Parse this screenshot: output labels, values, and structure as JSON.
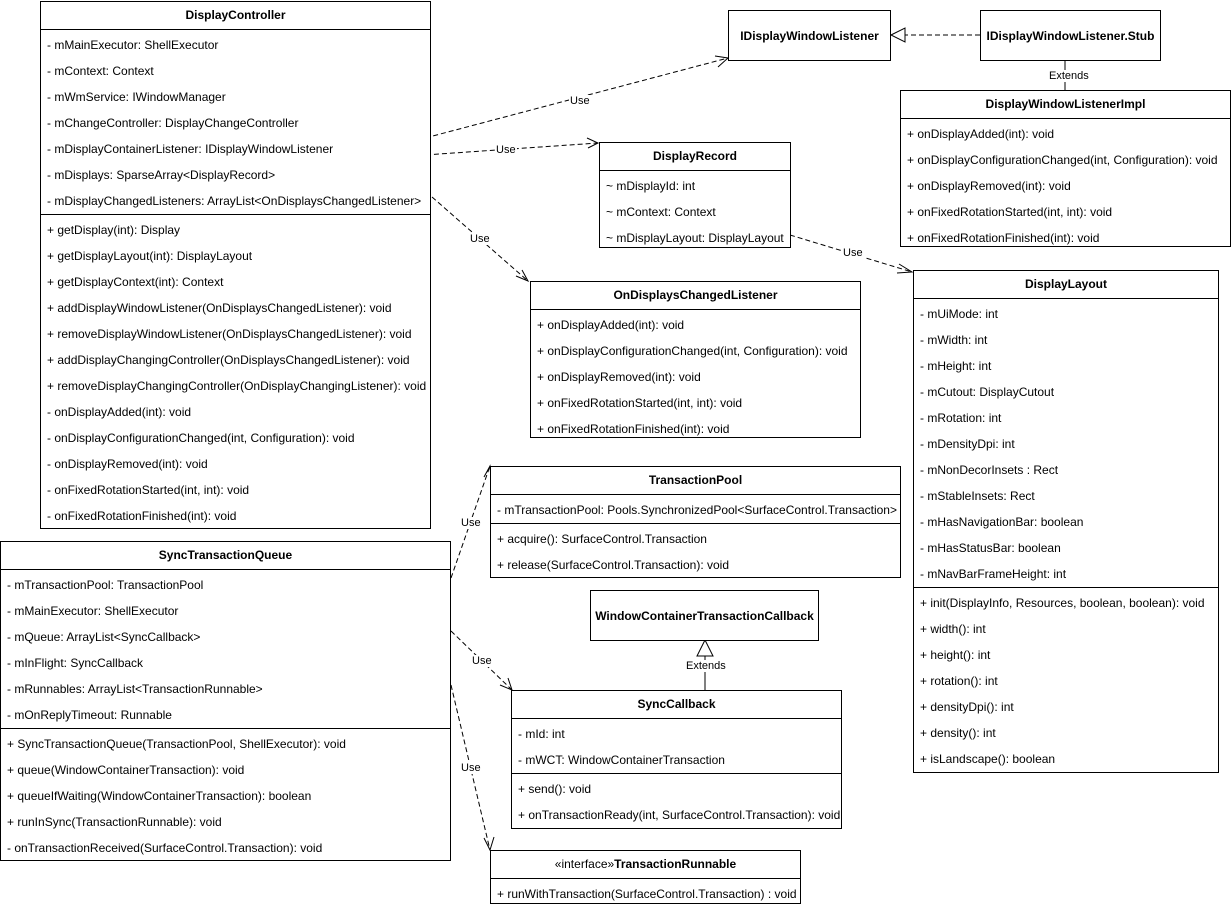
{
  "classes": {
    "display_controller": {
      "name": "DisplayController",
      "fields": [
        "- mMainExecutor: ShellExecutor",
        "- mContext: Context",
        "- mWmService: IWindowManager",
        "- mChangeController: DisplayChangeController",
        "- mDisplayContainerListener: IDisplayWindowListener",
        "- mDisplays: SparseArray<DisplayRecord>",
        "- mDisplayChangedListeners: ArrayList<OnDisplaysChangedListener>"
      ],
      "methods": [
        "+ getDisplay(int): Display",
        "+ getDisplayLayout(int): DisplayLayout",
        "+ getDisplayContext(int): Context",
        "+ addDisplayWindowListener(OnDisplaysChangedListener): void",
        "+ removeDisplayWindowListener(OnDisplaysChangedListener): void",
        "+ addDisplayChangingController(OnDisplaysChangedListener): void",
        "+ removeDisplayChangingController(OnDisplayChangingListener): void",
        "- onDisplayAdded(int): void",
        "- onDisplayConfigurationChanged(int, Configuration): void",
        "- onDisplayRemoved(int): void",
        "- onFixedRotationStarted(int, int): void",
        "- onFixedRotationFinished(int): void"
      ]
    },
    "idisplay_window_listener": {
      "name": "IDisplayWindowListener"
    },
    "idisplay_window_listener_stub": {
      "name": "IDisplayWindowListener.Stub"
    },
    "display_window_listener_impl": {
      "name": "DisplayWindowListenerImpl",
      "methods": [
        "+ onDisplayAdded(int): void",
        "+ onDisplayConfigurationChanged(int, Configuration): void",
        "+ onDisplayRemoved(int): void",
        "+ onFixedRotationStarted(int, int): void",
        "+ onFixedRotationFinished(int): void"
      ]
    },
    "display_record": {
      "name": "DisplayRecord",
      "fields": [
        "~ mDisplayId: int",
        "~ mContext: Context",
        "~ mDisplayLayout: DisplayLayout"
      ]
    },
    "on_displays_changed_listener": {
      "name": "OnDisplaysChangedListener",
      "methods": [
        "+ onDisplayAdded(int): void",
        "+ onDisplayConfigurationChanged(int, Configuration): void",
        "+ onDisplayRemoved(int): void",
        "+ onFixedRotationStarted(int, int): void",
        "+ onFixedRotationFinished(int): void"
      ]
    },
    "display_layout": {
      "name": "DisplayLayout",
      "fields": [
        "- mUiMode: int",
        "- mWidth: int",
        "- mHeight: int",
        "- mCutout: DisplayCutout",
        "- mRotation: int",
        "- mDensityDpi: int",
        "- mNonDecorInsets : Rect",
        "- mStableInsets: Rect",
        "- mHasNavigationBar: boolean",
        "- mHasStatusBar: boolean",
        "- mNavBarFrameHeight: int"
      ],
      "methods": [
        "+ init(DisplayInfo, Resources, boolean, boolean): void",
        "+ width(): int",
        "+ height(): int",
        "+ rotation(): int",
        "+ densityDpi(): int",
        "+ density(): int",
        "+ isLandscape(): boolean"
      ]
    },
    "transaction_pool": {
      "name": "TransactionPool",
      "fields": [
        "- mTransactionPool: Pools.SynchronizedPool<SurfaceControl.Transaction>"
      ],
      "methods": [
        "+ acquire(): SurfaceControl.Transaction",
        "+ release(SurfaceControl.Transaction): void"
      ]
    },
    "window_container_transaction_callback": {
      "name": "WindowContainerTransactionCallback"
    },
    "sync_transaction_queue": {
      "name": "SyncTransactionQueue",
      "fields": [
        "- mTransactionPool: TransactionPool",
        "- mMainExecutor: ShellExecutor",
        "- mQueue: ArrayList<SyncCallback>",
        "- mInFlight: SyncCallback",
        "- mRunnables: ArrayList<TransactionRunnable>",
        "- mOnReplyTimeout: Runnable"
      ],
      "methods": [
        "+ SyncTransactionQueue(TransactionPool, ShellExecutor): void",
        "+ queue(WindowContainerTransaction): void",
        "+ queueIfWaiting(WindowContainerTransaction): boolean",
        "+ runInSync(TransactionRunnable): void",
        "- onTransactionReceived(SurfaceControl.Transaction): void"
      ]
    },
    "sync_callback": {
      "name": "SyncCallback",
      "fields": [
        "- mId: int",
        "- mWCT: WindowContainerTransaction"
      ],
      "methods": [
        "+ send(): void",
        "+ onTransactionReady(int, SurfaceControl.Transaction): void"
      ]
    },
    "transaction_runnable": {
      "stereotype": "«interface»",
      "name": "TransactionRunnable",
      "methods": [
        "+ runWithTransaction(SurfaceControl.Transaction) : void"
      ]
    }
  },
  "relations": {
    "use": "Use",
    "extends": "Extends"
  }
}
